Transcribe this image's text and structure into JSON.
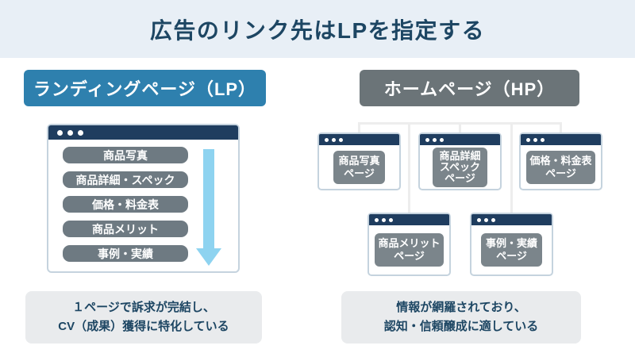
{
  "title": "広告のリンク先はLPを指定する",
  "colors": {
    "band_bg": "#e8eff6",
    "lp_accent": "#2e80ae",
    "hp_accent": "#6b7478",
    "navy": "#1f3d5f",
    "button_gray": "#6e7a82",
    "label_gray": "#7b858b",
    "arrow_blue": "#8ed3f0",
    "summary_bg": "#e9ebed",
    "text_navy": "#1d4663"
  },
  "lp": {
    "badge": "ランディングページ（LP）",
    "items": [
      "商品写真",
      "商品詳細・スペック",
      "価格・料金表",
      "商品メリット",
      "事例・実績"
    ],
    "summary_line1": "１ページで訴求が完結し、",
    "summary_line2": "CV（成果）獲得に特化している"
  },
  "hp": {
    "badge": "ホームページ（HP）",
    "pages": [
      {
        "lines": [
          "商品写真",
          "ページ"
        ]
      },
      {
        "lines": [
          "商品詳細",
          "スペック",
          "ページ"
        ]
      },
      {
        "lines": [
          "価格・料金表",
          "ページ"
        ]
      },
      {
        "lines": [
          "商品メリット",
          "ページ"
        ]
      },
      {
        "lines": [
          "事例・実績",
          "ページ"
        ]
      }
    ],
    "summary_line1": "情報が網羅されており、",
    "summary_line2": "認知・信頼醸成に適している"
  }
}
